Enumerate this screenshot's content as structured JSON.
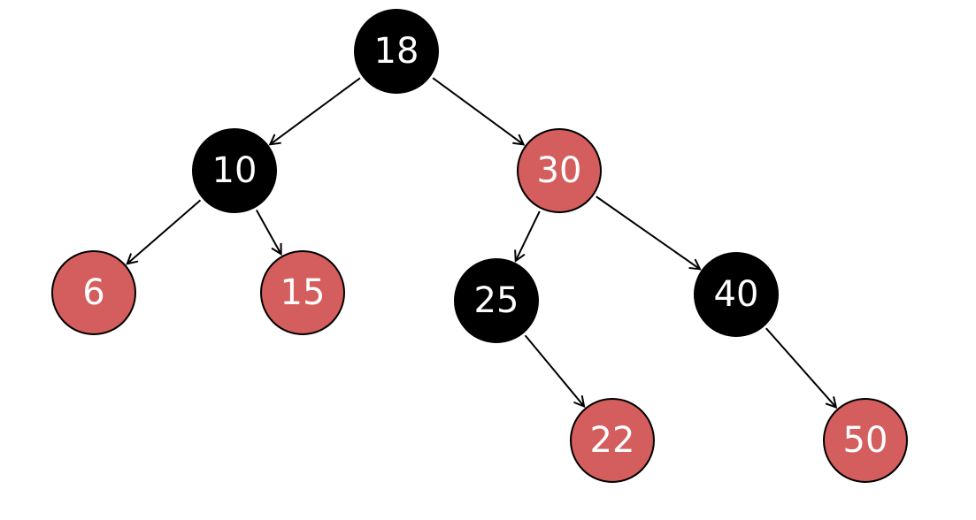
{
  "colors": {
    "black_node": "#000000",
    "red_node": "#d45d5d",
    "node_outline": "#000000",
    "edge": "#000000"
  },
  "tree": {
    "nodes": [
      {
        "id": "n18",
        "label": "18",
        "color": "black"
      },
      {
        "id": "n10",
        "label": "10",
        "color": "black"
      },
      {
        "id": "n30",
        "label": "30",
        "color": "red"
      },
      {
        "id": "n6",
        "label": "6",
        "color": "red"
      },
      {
        "id": "n15",
        "label": "15",
        "color": "red"
      },
      {
        "id": "n25",
        "label": "25",
        "color": "black"
      },
      {
        "id": "n40",
        "label": "40",
        "color": "black"
      },
      {
        "id": "n22",
        "label": "22",
        "color": "red"
      },
      {
        "id": "n50",
        "label": "50",
        "color": "red"
      }
    ],
    "edges": [
      {
        "from": "n18",
        "to": "n10"
      },
      {
        "from": "n18",
        "to": "n30"
      },
      {
        "from": "n10",
        "to": "n6"
      },
      {
        "from": "n10",
        "to": "n15"
      },
      {
        "from": "n30",
        "to": "n25"
      },
      {
        "from": "n30",
        "to": "n40"
      },
      {
        "from": "n25",
        "to": "n22"
      },
      {
        "from": "n40",
        "to": "n50"
      }
    ]
  }
}
